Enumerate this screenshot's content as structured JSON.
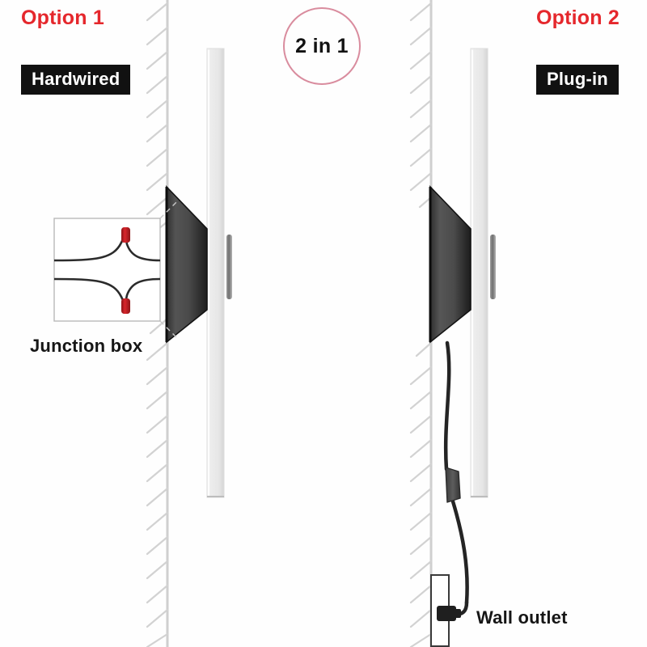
{
  "figure": {
    "title_badge": "2 in 1",
    "background_color": "#fefefe",
    "accent_red": "#e5272c",
    "badge_ring_color": "#d98c9e",
    "chip_background": "#111111",
    "chip_text_color": "#ffffff",
    "wall_color": "#d8d8d8",
    "fixture_dark": "#2b2b2b",
    "panel_color": "#ebebeb",
    "cord_color": "#2a2a2a",
    "wire_red": "#cc1f24"
  },
  "options": [
    {
      "id": "option-1",
      "heading": "Option 1",
      "chip": "Hardwired",
      "side": "left",
      "callouts": [
        {
          "name": "junction-box",
          "label": "Junction box"
        }
      ]
    },
    {
      "id": "option-2",
      "heading": "Option 2",
      "chip": "Plug-in",
      "side": "right",
      "callouts": [
        {
          "name": "wall-outlet",
          "label": "Wall outlet"
        }
      ]
    }
  ],
  "icons": {
    "wall": "wall-hatch-icon",
    "fixture": "sconce-cone-icon",
    "panel": "light-panel-icon",
    "junction_box": "junction-box-icon",
    "cord": "power-cord-icon",
    "inline_switch": "inline-switch-icon",
    "plug": "plug-icon",
    "outlet": "wall-outlet-icon"
  }
}
